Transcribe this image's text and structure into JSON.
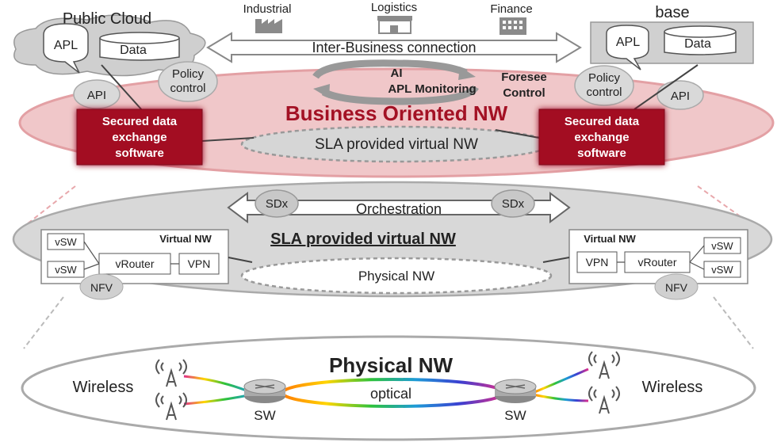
{
  "top": {
    "public_cloud": "Public Cloud",
    "base": "base",
    "apl": "APL",
    "data": "Data",
    "industries": [
      "Industrial",
      "Logistics",
      "Finance"
    ],
    "inter_business": "Inter-Business connection",
    "api": "API",
    "policy_line1": "Policy",
    "policy_line2": "control",
    "ai": "AI",
    "apl_monitoring": "APL Monitoring",
    "foresee": "Foresee",
    "control": "Control",
    "business_nw": "Business Oriented NW",
    "secured_line1": "Secured data",
    "secured_line2": "exchange",
    "secured_line3": "software",
    "sla_virtual": "SLA provided virtual NW"
  },
  "middle": {
    "sdx": "SDx",
    "orchestration": "Orchestration",
    "sla_title": "SLA provided virtual NW",
    "virtual_nw": "Virtual NW",
    "vsw": "vSW",
    "vrouter": "vRouter",
    "vpn": "VPN",
    "nfv": "NFV",
    "physical_nw": "Physical NW"
  },
  "bottom": {
    "title": "Physical NW",
    "optical": "optical",
    "wireless": "Wireless",
    "sw": "SW"
  },
  "colors": {
    "dark_red": "#a31124",
    "pink": "#f0c7c9",
    "gray": "#d8d8d8",
    "mid_gray": "#bdbdbd"
  }
}
